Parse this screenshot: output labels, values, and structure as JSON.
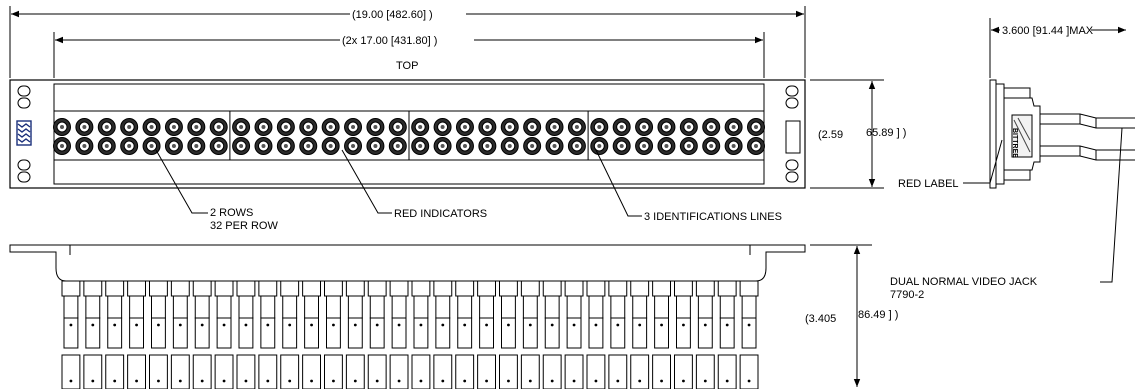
{
  "dimensions": {
    "overall_width": "(19.00 [482.60]  )",
    "inner_width": "(2x  17.00  [431.80] )",
    "height_in": "(2.59",
    "height_mm": "65.89 ]  )",
    "depth_top": "3.600 [91.44 ]MAX",
    "depth_in": "(3.405",
    "depth_mm": "86.49 ]  )"
  },
  "labels": {
    "top_view": "TOP",
    "rows_line1": "2 ROWS",
    "rows_line2": "32 PER ROW",
    "red_indicators": "RED INDICATORS",
    "identification_lines": "3 IDENTIFICATIONS LINES",
    "red_label": "RED LABEL",
    "jack_line1": "DUAL NORMAL VIDEO JACK",
    "jack_line2": "7790-2"
  },
  "panel": {
    "rows": 2,
    "jacks_per_row": 32,
    "groups": 4
  },
  "side_module_text": "BITTREE"
}
